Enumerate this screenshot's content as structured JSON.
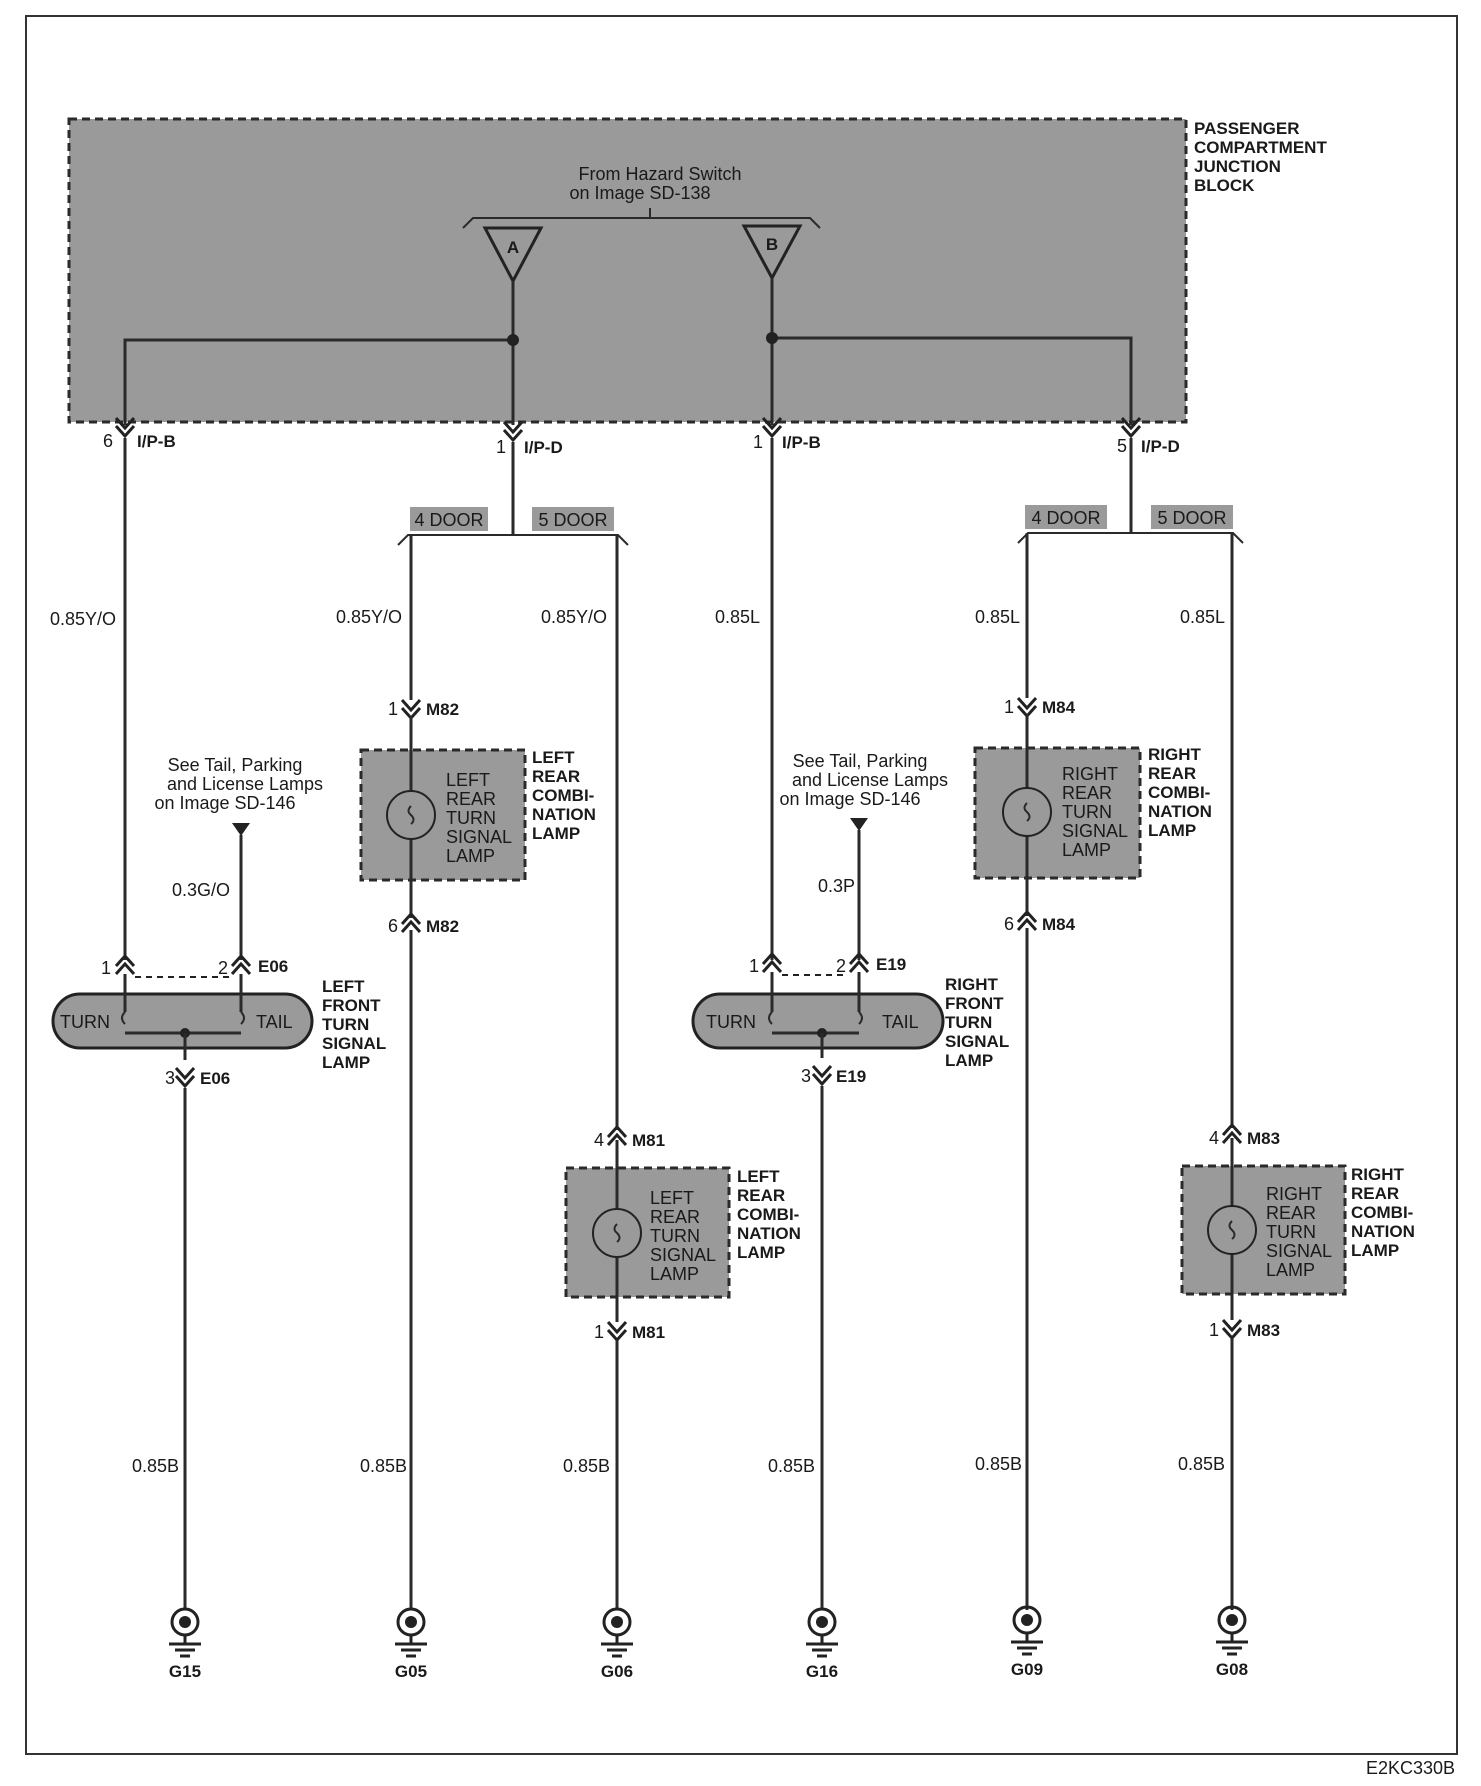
{
  "junction_block": {
    "title": [
      "PASSENGER",
      "COMPARTMENT",
      "JUNCTION",
      "BLOCK"
    ],
    "source_note": [
      "From Hazard Switch",
      "on Image SD-138"
    ],
    "triangle_a": "A",
    "triangle_b": "B"
  },
  "outputs": {
    "c1": {
      "pin": "6",
      "conn": "I/P-B"
    },
    "c2": {
      "pin": "1",
      "conn": "I/P-D"
    },
    "c3": {
      "pin": "1",
      "conn": "I/P-B"
    },
    "c4": {
      "pin": "5",
      "conn": "I/P-D"
    }
  },
  "door_tags": {
    "left_4": "4 DOOR",
    "left_5": "5 DOOR",
    "right_4": "4 DOOR",
    "right_5": "5 DOOR"
  },
  "wires": {
    "w1_top": "0.85Y/O",
    "w2_top": "0.85Y/O",
    "w3_top": "0.85Y/O",
    "w4_top": "0.85L",
    "w5_top": "0.85L",
    "w6_top": "0.85L",
    "w1_tail": "0.3G/O",
    "w4_tail": "0.3P",
    "gnd_wire": "0.85B"
  },
  "tail_refs": {
    "left": [
      "See Tail, Parking",
      "and License Lamps",
      "on Image SD-146"
    ],
    "right": [
      "See Tail, Parking",
      "and License Lamps",
      "on Image SD-146"
    ]
  },
  "front_lamps": {
    "left": {
      "turn": "TURN",
      "tail": "TAIL",
      "conn": "E06",
      "pin1": "1",
      "pin2": "2",
      "pin3": "3",
      "name": [
        "LEFT",
        "FRONT",
        "TURN",
        "SIGNAL",
        "LAMP"
      ]
    },
    "right": {
      "turn": "TURN",
      "tail": "TAIL",
      "conn": "E19",
      "pin1": "1",
      "pin2": "2",
      "pin3": "3",
      "name": [
        "RIGHT",
        "FRONT",
        "TURN",
        "SIGNAL",
        "LAMP"
      ]
    }
  },
  "rear_lamps": {
    "l4": {
      "conn": "M82",
      "pin_in": "1",
      "pin_out": "6",
      "inner": [
        "LEFT",
        "REAR",
        "TURN",
        "SIGNAL",
        "LAMP"
      ],
      "name": [
        "LEFT",
        "REAR",
        "COMBI-",
        "NATION",
        "LAMP"
      ]
    },
    "l5": {
      "conn": "M81",
      "pin_in": "4",
      "pin_out": "1",
      "inner": [
        "LEFT",
        "REAR",
        "TURN",
        "SIGNAL",
        "LAMP"
      ],
      "name": [
        "LEFT",
        "REAR",
        "COMBI-",
        "NATION",
        "LAMP"
      ]
    },
    "r4": {
      "conn": "M84",
      "pin_in": "1",
      "pin_out": "6",
      "inner": [
        "RIGHT",
        "REAR",
        "TURN",
        "SIGNAL",
        "LAMP"
      ],
      "name": [
        "RIGHT",
        "REAR",
        "COMBI-",
        "NATION",
        "LAMP"
      ]
    },
    "r5": {
      "conn": "M83",
      "pin_in": "4",
      "pin_out": "1",
      "inner": [
        "RIGHT",
        "REAR",
        "TURN",
        "SIGNAL",
        "LAMP"
      ],
      "name": [
        "RIGHT",
        "REAR",
        "COMBI-",
        "NATION",
        "LAMP"
      ]
    }
  },
  "grounds": [
    "G15",
    "G05",
    "G06",
    "G16",
    "G09",
    "G08"
  ],
  "image_code": "E2KC330B"
}
